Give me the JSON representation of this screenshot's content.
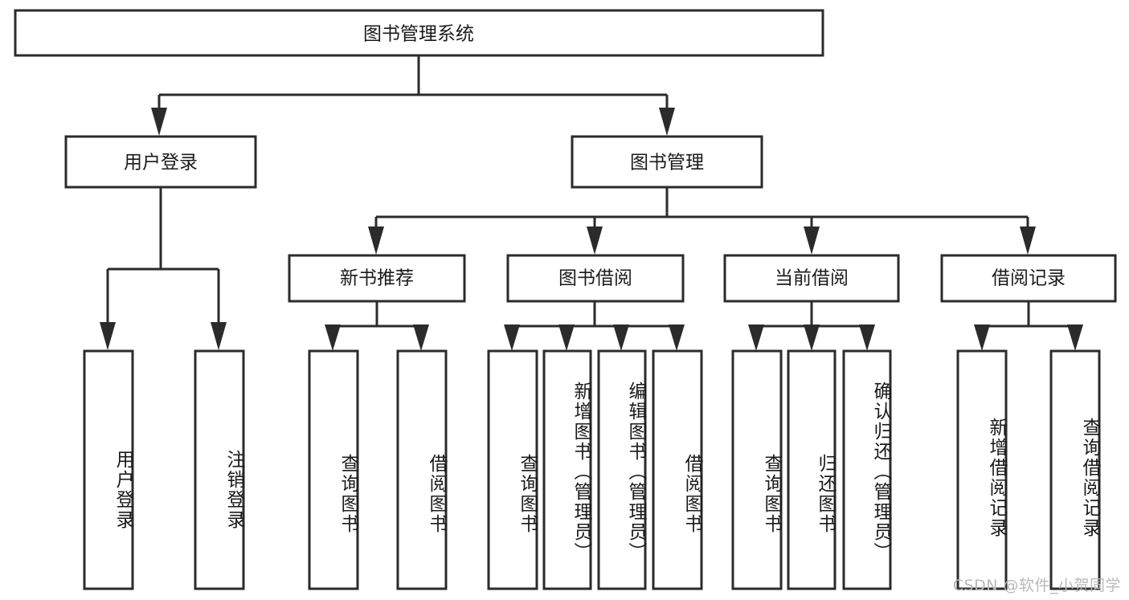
{
  "diagram": {
    "type": "tree-hierarchy",
    "title": "图书管理系统",
    "watermark": "CSDN @软件_小贺同学",
    "colors": {
      "stroke": "#2b2b2b",
      "fill": "#ffffff",
      "text": "#1a1a1a",
      "watermark": "#b9b9b9",
      "background": "#ffffff"
    },
    "levels": {
      "root": {
        "label": "图书管理系统",
        "orientation": "horizontal"
      },
      "level2": [
        {
          "label": "用户登录",
          "orientation": "horizontal"
        },
        {
          "label": "图书管理",
          "orientation": "horizontal"
        }
      ],
      "level3": [
        {
          "label": "新书推荐",
          "orientation": "horizontal",
          "parent": "图书管理"
        },
        {
          "label": "图书借阅",
          "orientation": "horizontal",
          "parent": "图书管理"
        },
        {
          "label": "当前借阅",
          "orientation": "horizontal",
          "parent": "图书管理"
        },
        {
          "label": "借阅记录",
          "orientation": "horizontal",
          "parent": "图书管理"
        }
      ],
      "leaves": [
        {
          "label": "用户登录",
          "orientation": "vertical",
          "parent": "用户登录"
        },
        {
          "label": "注销登录",
          "orientation": "vertical",
          "parent": "用户登录"
        },
        {
          "label": "查询图书",
          "orientation": "vertical",
          "parent": "新书推荐"
        },
        {
          "label": "借阅图书",
          "orientation": "vertical",
          "parent": "新书推荐"
        },
        {
          "label": "查询图书",
          "orientation": "vertical",
          "parent": "图书借阅"
        },
        {
          "label": "新增图书（管理员）",
          "orientation": "vertical",
          "parent": "图书借阅"
        },
        {
          "label": "编辑图书（管理员）",
          "orientation": "vertical",
          "parent": "图书借阅"
        },
        {
          "label": "借阅图书",
          "orientation": "vertical",
          "parent": "图书借阅"
        },
        {
          "label": "查询图书",
          "orientation": "vertical",
          "parent": "当前借阅"
        },
        {
          "label": "归还图书",
          "orientation": "vertical",
          "parent": "当前借阅"
        },
        {
          "label": "确认归还（管理员）",
          "orientation": "vertical",
          "parent": "当前借阅"
        },
        {
          "label": "新增借阅记录",
          "orientation": "vertical",
          "parent": "借阅记录"
        },
        {
          "label": "查询借阅记录",
          "orientation": "vertical",
          "parent": "借阅记录"
        }
      ]
    }
  }
}
